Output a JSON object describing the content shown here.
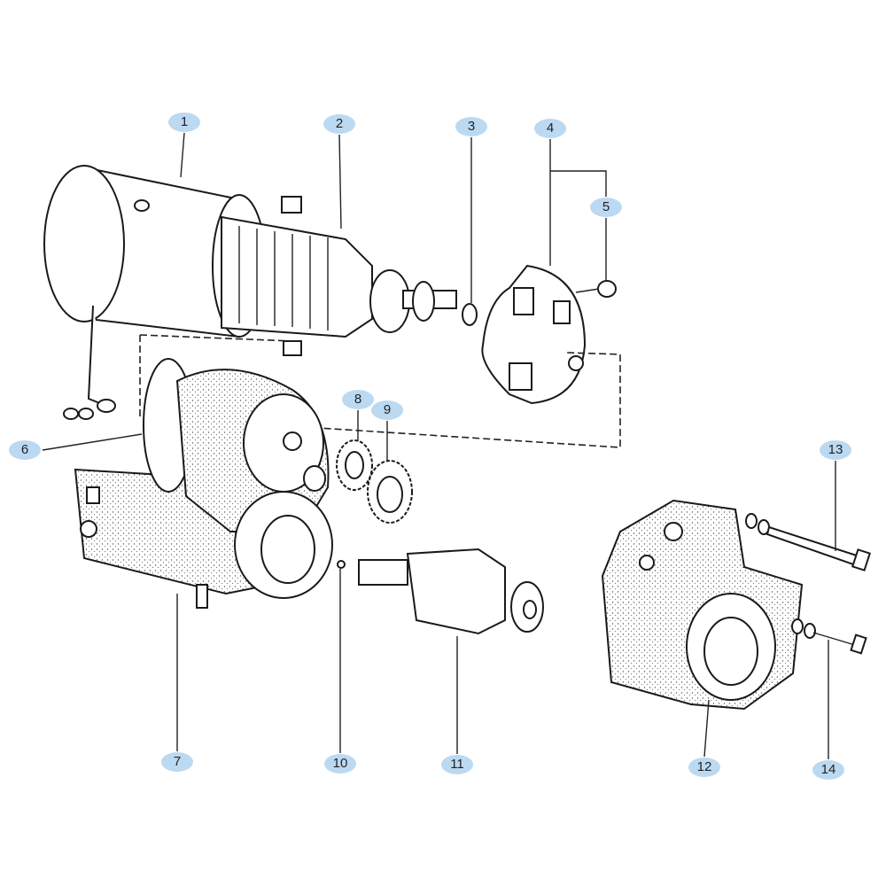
{
  "diagram": {
    "title": "Starter motor exploded view",
    "badge_color": "#bcd9f2",
    "callouts": [
      {
        "id": "1",
        "label": "1"
      },
      {
        "id": "2",
        "label": "2"
      },
      {
        "id": "3",
        "label": "3"
      },
      {
        "id": "4",
        "label": "4"
      },
      {
        "id": "5",
        "label": "5"
      },
      {
        "id": "6",
        "label": "6"
      },
      {
        "id": "7",
        "label": "7"
      },
      {
        "id": "8",
        "label": "8"
      },
      {
        "id": "9",
        "label": "9"
      },
      {
        "id": "10",
        "label": "10"
      },
      {
        "id": "11",
        "label": "11"
      },
      {
        "id": "12",
        "label": "12"
      },
      {
        "id": "13",
        "label": "13"
      },
      {
        "id": "14",
        "label": "14"
      }
    ]
  }
}
